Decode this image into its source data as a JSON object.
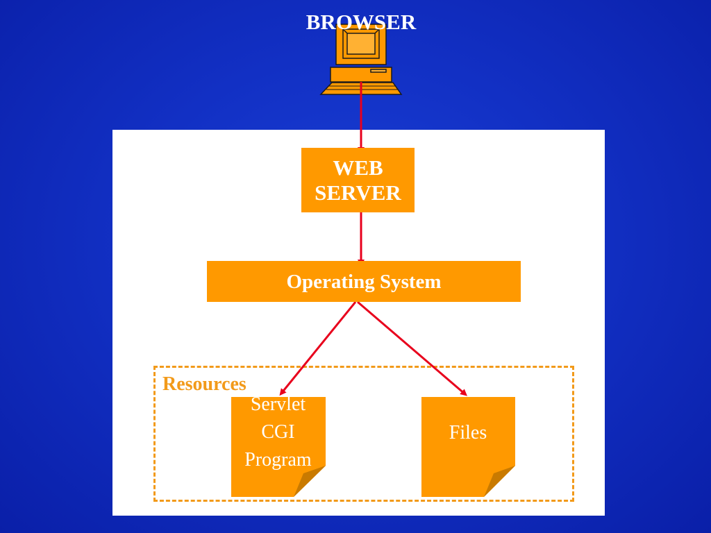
{
  "diagram": {
    "title": "BROWSER",
    "web_server": {
      "line1": "WEB",
      "line2": "SERVER"
    },
    "operating_system": "Operating System",
    "resources": {
      "label": "Resources",
      "servlet": {
        "line1": "Servlet",
        "line2": "CGI",
        "line3": "Program"
      },
      "files": "Files"
    }
  },
  "colors": {
    "background": "#1230c4",
    "box_fill": "#ff9900",
    "arrow": "#e8001c",
    "dashed_border": "#f29a1a",
    "panel": "#ffffff"
  },
  "icons": {
    "browser": "computer-icon"
  }
}
